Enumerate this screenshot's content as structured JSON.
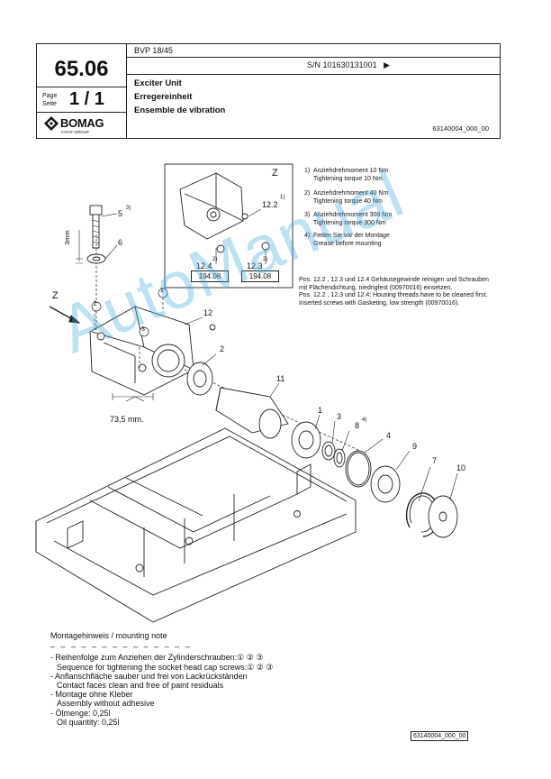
{
  "header": {
    "doc_number": "65.06",
    "page_label_de": "Page",
    "page_label_fr": "Seite",
    "page_value": "1 / 1",
    "model": "BVP 18/45",
    "serial": "S/N 101630131001",
    "serial_arrow": "▶",
    "title_en": "Exciter Unit",
    "title_de": "Erregereinheit",
    "title_fr": "Ensemble de vibration",
    "doc_code": "63140004_000_00",
    "logo_text": "BOMAG",
    "logo_sub": "FAYAT GROUP"
  },
  "detail": {
    "view_label": "Z",
    "pos_12_2": "12.2",
    "pos_12_4": "12.4",
    "pos_12_3": "12.3",
    "sup_1": "1)",
    "sup_2a": "2)",
    "sup_2b": "2)",
    "box_a": "194.08",
    "box_b": "194.08"
  },
  "notes": [
    {
      "n": "1)",
      "lines": [
        "Anziehdrehmoment 10 Nm",
        "Tightening torque 10 Nm"
      ]
    },
    {
      "n": "2)",
      "lines": [
        "Anziehdrehmoment 40 Nm",
        "Tightening torque 40 Nm"
      ]
    },
    {
      "n": "3)",
      "lines": [
        "Anziehdrehmoment 300 Nm",
        "Tightening torque 300 Nm"
      ]
    },
    {
      "n": "4)",
      "lines": [
        "Fetten Sie vor der Montage",
        "Grease before mounting"
      ]
    }
  ],
  "pos_note": "Pos. 12.2 , 12.3 und 12.4 Gehäusegewinde reinigen und Schrauben mit Flächendichtung, niedrigfest (00970016) einsetzen.\nPos. 12.2 , 12.3 und 12.4: Housing threads have to be cleaned first. Inserted screws with Gasketing, low strength (00970016).",
  "parts": {
    "p5": "5",
    "p5sup": "3)",
    "p6": "6",
    "p12": "12",
    "p2": "2",
    "p11": "11",
    "p1": "1",
    "p3": "3",
    "p8": "8",
    "p8sup": "4)",
    "p4": "4",
    "p9": "9",
    "p7": "7",
    "p10": "10",
    "view_z": "Z",
    "dim_3mm": "3mm",
    "dim_735": "73,5 mm.",
    "c1": "1",
    "c2": "2",
    "c3": "3"
  },
  "watermark": "AutoManual",
  "mounting_note": {
    "title": "Montagehinweis / mounting note",
    "dashes": "– – – – – – – – – – – – – –",
    "lines": [
      "- Reihenfolge zum Anziehen der Zylinderschrauben:① ② ③",
      "  Sequence for tightening the socket head cap screws:① ② ③",
      "- Anflanschfläche sauber und frei von Lackrückständen",
      "  Contact faces clean and free of paint residuals",
      "- Montage ohne Kleber",
      "  Assembly without adhesive",
      "- Ölmenge: 0,25l",
      "  Oil quantity: 0,25l"
    ]
  },
  "footer_code": "63140004_000_00"
}
